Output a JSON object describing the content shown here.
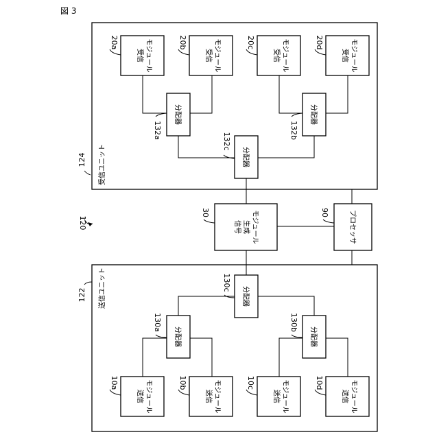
{
  "figure": {
    "label": "図 3",
    "system_ref": "120"
  },
  "receive_unit": {
    "ref": "124",
    "name": "受信ユニット",
    "modules": [
      {
        "ref": "20a",
        "line1": "受信",
        "line2": "モジュール"
      },
      {
        "ref": "20b",
        "line1": "受信",
        "line2": "モジュール"
      },
      {
        "ref": "20c",
        "line1": "受信",
        "line2": "モジュール"
      },
      {
        "ref": "20d",
        "line1": "受信",
        "line2": "モジュール"
      }
    ],
    "distributors": [
      {
        "ref": "132a",
        "label": "分配器"
      },
      {
        "ref": "132b",
        "label": "分配器"
      },
      {
        "ref": "132c",
        "label": "分配器"
      }
    ]
  },
  "signal_generator": {
    "ref": "30",
    "line1": "信号",
    "line2": "生成",
    "line3": "モジュール"
  },
  "processor": {
    "ref": "90",
    "label": "プロセッサ"
  },
  "transmit_unit": {
    "ref": "122",
    "name": "送信ユニット",
    "distributors": [
      {
        "ref": "130c",
        "label": "分配器"
      },
      {
        "ref": "130a",
        "label": "分配器"
      },
      {
        "ref": "130b",
        "label": "分配器"
      }
    ],
    "modules": [
      {
        "ref": "10a",
        "line1": "送信",
        "line2": "モジュール"
      },
      {
        "ref": "10b",
        "line1": "送信",
        "line2": "モジュール"
      },
      {
        "ref": "10c",
        "line1": "送信",
        "line2": "モジュール"
      },
      {
        "ref": "10d",
        "line1": "送信",
        "line2": "モジュール"
      }
    ]
  }
}
